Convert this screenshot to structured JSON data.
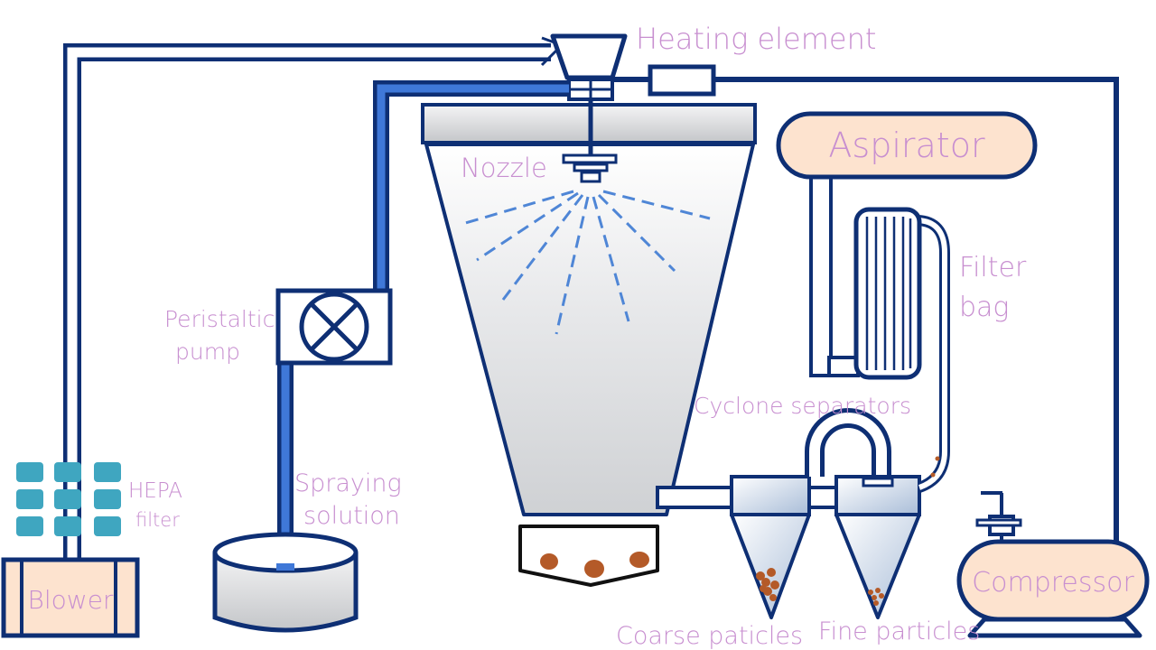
{
  "labels": {
    "heating_element": "Heating element",
    "nozzle": "Nozzle",
    "aspirator": "Aspirator",
    "filter_bag_line1": "Filter",
    "filter_bag_line2": "bag",
    "peristaltic_pump_line1": "Peristaltic",
    "peristaltic_pump_line2": "pump",
    "cyclone_separators": "Cyclone separators",
    "hepa_filter_line1": "HEPA",
    "hepa_filter_line2": "filter",
    "spraying_solution_line1": "Spraying",
    "spraying_solution_line2": "solution",
    "blower": "Blower",
    "compressor": "Compressor",
    "coarse_particles": "Coarse paticles",
    "fine_particles": "Fine particles"
  },
  "colors": {
    "outline": "#0e2f74",
    "pipe_fill": "#ffffff",
    "liquid": "#3f78d8",
    "label_pink": "#c88fd0",
    "label_pink_dark": "#c487cc",
    "peach": "#fde3cf",
    "hepa_teal": "#3fa6c0",
    "spray_dash": "#4f86d6",
    "chamber_top": "#c8cacd",
    "chamber_bottom": "#dfe1e3",
    "particle": "#b45a28"
  }
}
